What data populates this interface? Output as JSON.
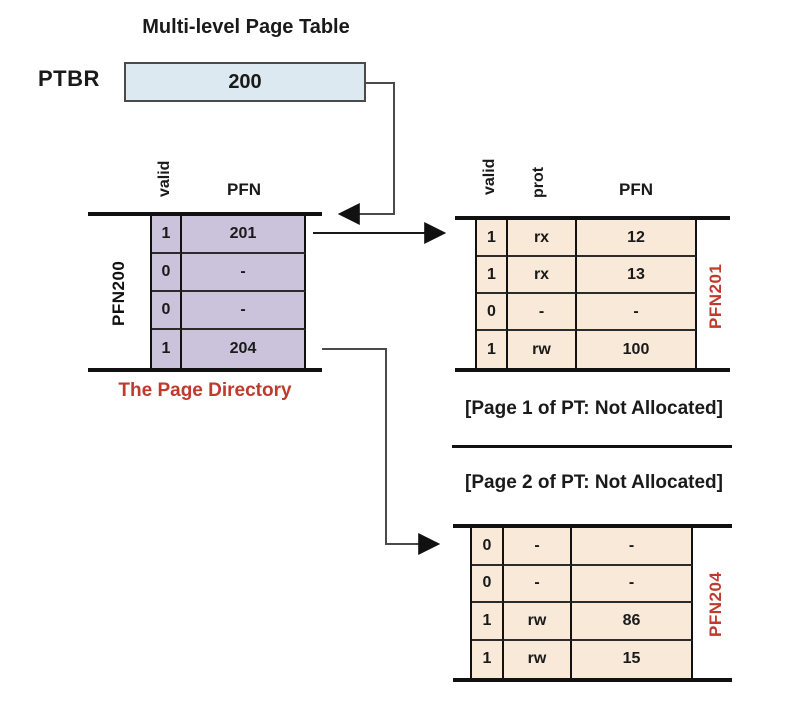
{
  "title": "Multi-level Page Table",
  "ptbr": {
    "label": "PTBR",
    "value": "200"
  },
  "directory": {
    "side_label": "PFN200",
    "caption": "The Page Directory",
    "headers": {
      "valid": "valid",
      "pfn": "PFN"
    },
    "rows": [
      {
        "valid": "1",
        "pfn": "201"
      },
      {
        "valid": "0",
        "pfn": "-"
      },
      {
        "valid": "0",
        "pfn": "-"
      },
      {
        "valid": "1",
        "pfn": "204"
      }
    ]
  },
  "pt201": {
    "side_label": "PFN201",
    "headers": {
      "valid": "valid",
      "prot": "prot",
      "pfn": "PFN"
    },
    "rows": [
      {
        "valid": "1",
        "prot": "rx",
        "pfn": "12"
      },
      {
        "valid": "1",
        "prot": "rx",
        "pfn": "13"
      },
      {
        "valid": "0",
        "prot": "-",
        "pfn": "-"
      },
      {
        "valid": "1",
        "prot": "rw",
        "pfn": "100"
      }
    ]
  },
  "pt204": {
    "side_label": "PFN204",
    "rows": [
      {
        "valid": "0",
        "prot": "-",
        "pfn": "-"
      },
      {
        "valid": "0",
        "prot": "-",
        "pfn": "-"
      },
      {
        "valid": "1",
        "prot": "rw",
        "pfn": "86"
      },
      {
        "valid": "1",
        "prot": "rw",
        "pfn": "15"
      }
    ]
  },
  "notes": {
    "page1": "[Page 1 of PT: Not Allocated]",
    "page2": "[Page 2 of PT: Not Allocated]"
  },
  "colors": {
    "directory_fill": "#cbc3dc",
    "page_table_fill": "#f9e9d8",
    "ptbr_fill": "#dde9f1",
    "accent_red": "#bf3a2d",
    "line_black": "#111111",
    "connector_gray": "#4a4a4a"
  }
}
